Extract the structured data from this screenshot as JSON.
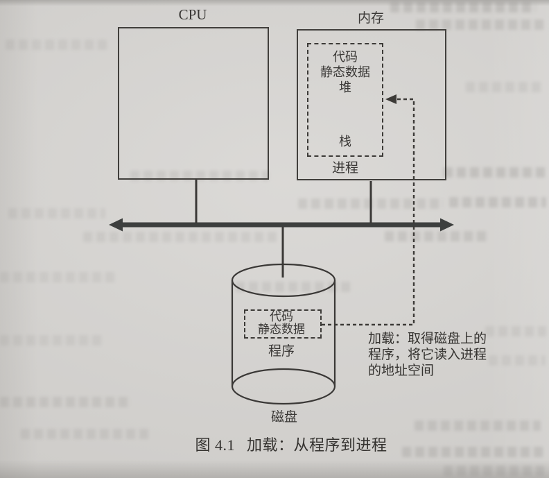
{
  "figure_caption": {
    "number": "图 4.1",
    "title": "加载：从程序到进程"
  },
  "cpu": {
    "label": "CPU"
  },
  "memory": {
    "label": "内存",
    "process": {
      "top_segments": [
        "代码",
        "静态数据",
        "堆"
      ],
      "bottom_segment": "栈",
      "label": "进程"
    }
  },
  "disk": {
    "label": "磁盘",
    "program": {
      "lines": [
        "代码",
        "静态数据"
      ],
      "label": "程序"
    }
  },
  "loading_annotation": "加载：取得磁盘上的\n程序，将它读入进程\n的地址空间",
  "colors": {
    "paper": "#d5d3d0",
    "ink": "#3a3836",
    "bus": "#3d3f3e"
  }
}
